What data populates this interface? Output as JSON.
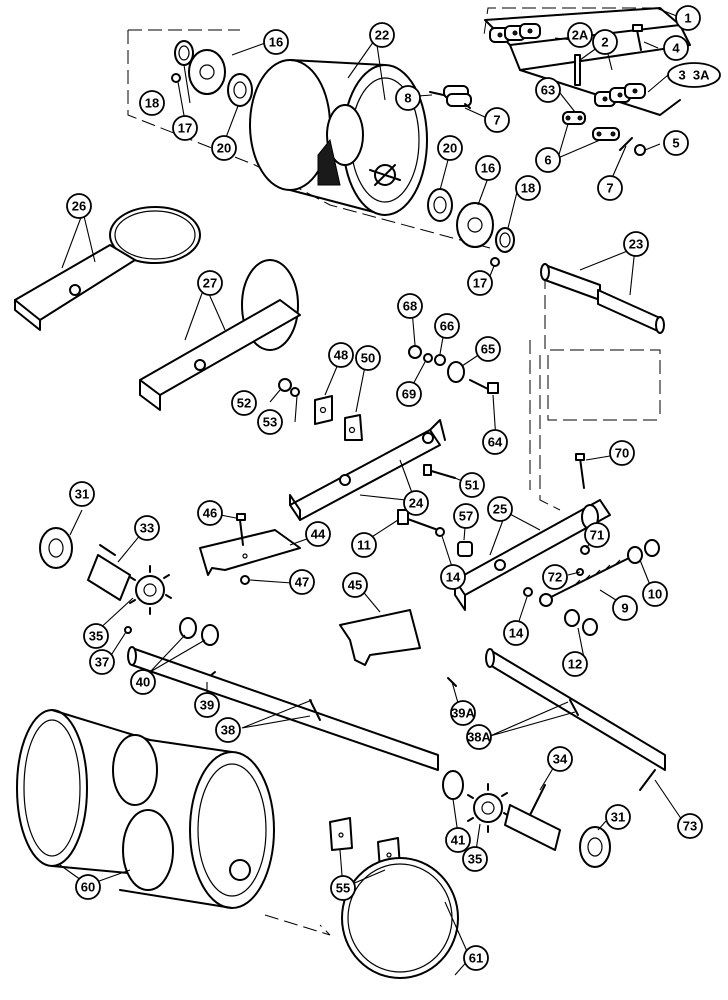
{
  "callouts": [
    {
      "id": "c1",
      "label": "1"
    },
    {
      "id": "c2a",
      "label": "2A"
    },
    {
      "id": "c2",
      "label": "2"
    },
    {
      "id": "c4",
      "label": "4"
    },
    {
      "id": "c3",
      "label": "3  3A"
    },
    {
      "id": "c63",
      "label": "63"
    },
    {
      "id": "c7a",
      "label": "7"
    },
    {
      "id": "c6",
      "label": "6"
    },
    {
      "id": "c5",
      "label": "5"
    },
    {
      "id": "c7b",
      "label": "7"
    },
    {
      "id": "c8",
      "label": "8"
    },
    {
      "id": "c16a",
      "label": "16"
    },
    {
      "id": "c18a",
      "label": "18"
    },
    {
      "id": "c17a",
      "label": "17"
    },
    {
      "id": "c20a",
      "label": "20"
    },
    {
      "id": "c22",
      "label": "22"
    },
    {
      "id": "c20b",
      "label": "20"
    },
    {
      "id": "c16b",
      "label": "16"
    },
    {
      "id": "c18b",
      "label": "18"
    },
    {
      "id": "c17b",
      "label": "17"
    },
    {
      "id": "c26",
      "label": "26"
    },
    {
      "id": "c27",
      "label": "27"
    },
    {
      "id": "c23",
      "label": "23"
    },
    {
      "id": "c68",
      "label": "68"
    },
    {
      "id": "c66",
      "label": "66"
    },
    {
      "id": "c65",
      "label": "65"
    },
    {
      "id": "c69",
      "label": "69"
    },
    {
      "id": "c64",
      "label": "64"
    },
    {
      "id": "c48",
      "label": "48"
    },
    {
      "id": "c50",
      "label": "50"
    },
    {
      "id": "c52",
      "label": "52"
    },
    {
      "id": "c53",
      "label": "53"
    },
    {
      "id": "c70",
      "label": "70"
    },
    {
      "id": "c51",
      "label": "51"
    },
    {
      "id": "c24",
      "label": "24"
    },
    {
      "id": "c25",
      "label": "25"
    },
    {
      "id": "c31a",
      "label": "31"
    },
    {
      "id": "c33",
      "label": "33"
    },
    {
      "id": "c46",
      "label": "46"
    },
    {
      "id": "c44",
      "label": "44"
    },
    {
      "id": "c11",
      "label": "11"
    },
    {
      "id": "c57",
      "label": "57"
    },
    {
      "id": "c71",
      "label": "71"
    },
    {
      "id": "c72",
      "label": "72"
    },
    {
      "id": "c14a",
      "label": "14"
    },
    {
      "id": "c47",
      "label": "47"
    },
    {
      "id": "c10",
      "label": "10"
    },
    {
      "id": "c9",
      "label": "9"
    },
    {
      "id": "c35a",
      "label": "35"
    },
    {
      "id": "c45",
      "label": "45"
    },
    {
      "id": "c14b",
      "label": "14"
    },
    {
      "id": "c37",
      "label": "37"
    },
    {
      "id": "c12",
      "label": "12"
    },
    {
      "id": "c40",
      "label": "40"
    },
    {
      "id": "c39",
      "label": "39"
    },
    {
      "id": "c39a",
      "label": "39A"
    },
    {
      "id": "c38",
      "label": "38"
    },
    {
      "id": "c38a",
      "label": "38A"
    },
    {
      "id": "c34",
      "label": "34"
    },
    {
      "id": "c41",
      "label": "41"
    },
    {
      "id": "c31b",
      "label": "31"
    },
    {
      "id": "c73",
      "label": "73"
    },
    {
      "id": "c35b",
      "label": "35"
    },
    {
      "id": "c55",
      "label": "55"
    },
    {
      "id": "c60",
      "label": "60"
    },
    {
      "id": "c61",
      "label": "61"
    }
  ]
}
